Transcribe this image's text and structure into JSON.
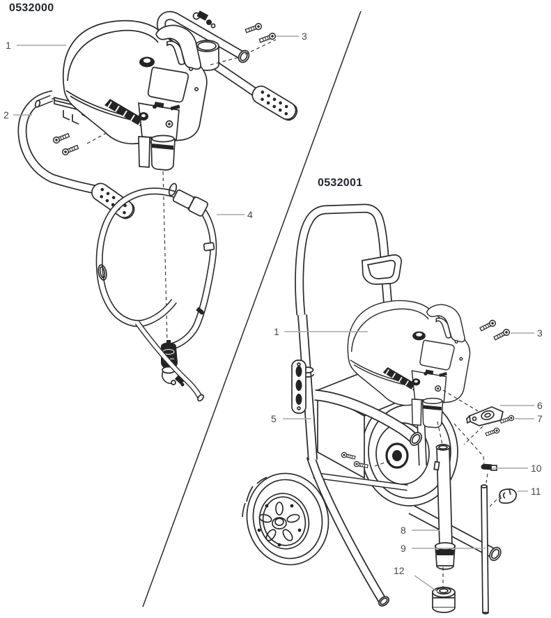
{
  "page": {
    "background": "#ffffff"
  },
  "colors": {
    "line": "#2a2a2a",
    "dark_fill": "#242424",
    "leader": "#a6a6a6",
    "callout_text": "#414750",
    "title_text": "#23262e"
  },
  "diagrams": [
    {
      "part_number": "0532000",
      "callouts": [
        {
          "label": "1"
        },
        {
          "label": "2"
        },
        {
          "label": "3"
        },
        {
          "label": "4"
        }
      ]
    },
    {
      "part_number": "0532001",
      "callouts": [
        {
          "label": "1"
        },
        {
          "label": "3"
        },
        {
          "label": "5"
        },
        {
          "label": "6"
        },
        {
          "label": "7"
        },
        {
          "label": "8"
        },
        {
          "label": "9"
        },
        {
          "label": "10"
        },
        {
          "label": "11"
        },
        {
          "label": "12"
        }
      ]
    }
  ]
}
